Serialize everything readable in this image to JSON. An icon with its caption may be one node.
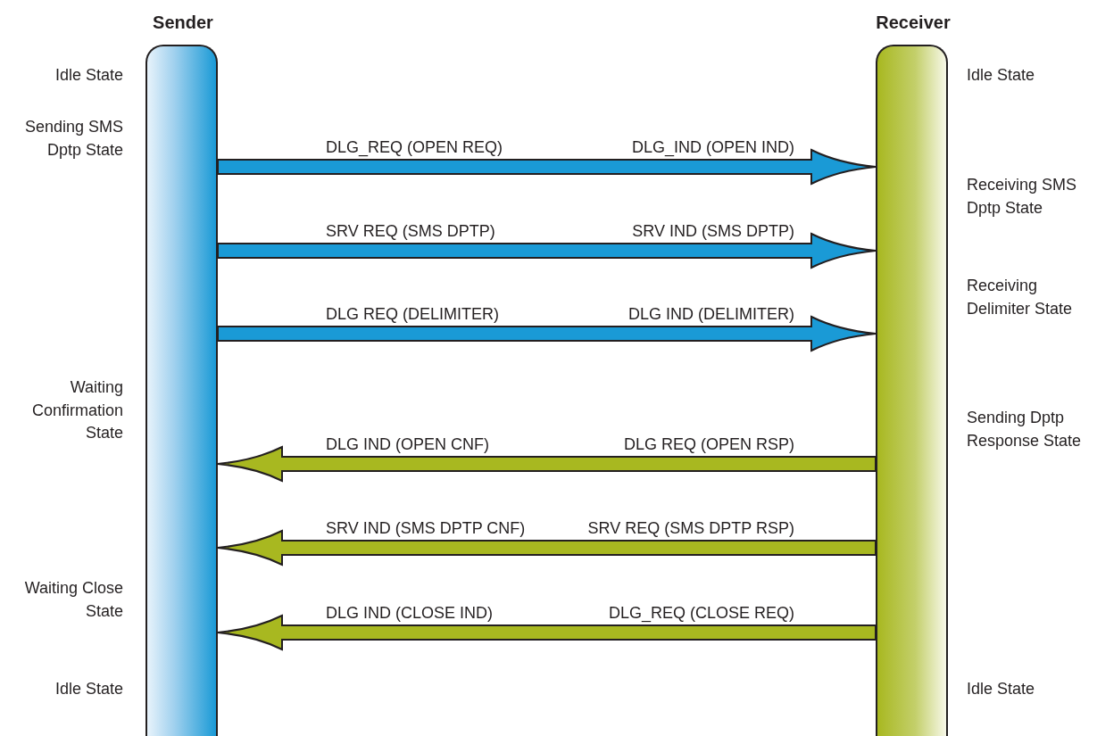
{
  "diagram": {
    "nodes": [
      {
        "text": [
          "Sender"
        ],
        "beside": [
          "Idle State",
          "Sending SMS Dptp State",
          "Waiting Confirmation State",
          "Waiting Close State",
          "Idle State"
        ]
      },
      {
        "text": [
          "Receiver"
        ],
        "beside": [
          "Idle State",
          "Receiving SMS Dptp State",
          "Receiving Delimiter State",
          "Sending Dptp Response State",
          "Idle State"
        ]
      }
    ],
    "edges": [
      {
        "from": 0,
        "to": 1,
        "arrow": "to",
        "label": "DLG_REQ (OPEN REQ)"
      },
      {
        "from": 0,
        "to": 1,
        "arrow": "to",
        "label": "SRV REQ (SMS DPTP)"
      },
      {
        "from": 0,
        "to": 1,
        "arrow": "to",
        "label": "DLG REQ (DELIMITER)"
      },
      {
        "from": 1,
        "to": 0,
        "arrow": "to",
        "label": "DLG IND (OPEN CNF)",
        "color": "#a8b820"
      },
      {
        "from": 1,
        "to": 0,
        "arrow": "to",
        "label": "SRV IND (SMS DPTP CNF)",
        "color": "#a8b820"
      },
      {
        "from": 1,
        "to": 0,
        "arrow": "to",
        "label": "DLG IND (CLOSE IND)",
        "color": "#a8b820"
      }
    ],
    "labels": [
      "DLG_IND (OPEN IND)",
      "SRV IND (SMS DPTP)",
      "DLG IND (DELIMITER)",
      "DLG REQ (OPEN RSP)",
      "SRV REQ (SMS DPTP RSP)",
      "DLG_REQ (CLOSE REQ)"
    ]
  }
}
